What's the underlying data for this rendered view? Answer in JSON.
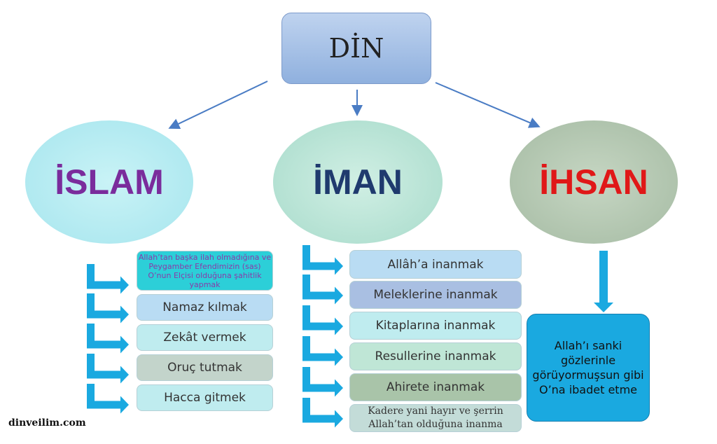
{
  "root": {
    "title": "DİN"
  },
  "branches": [
    {
      "title": "İSLAM"
    },
    {
      "title": "İMAN"
    },
    {
      "title": "İHSAN"
    }
  ],
  "islam_items": [
    "Allah’tan başka ilah olmadığına ve Peygamber Efendimizin (sas) O’nun Elçisi olduğuna şahitlik yapmak",
    "Namaz kılmak",
    "Zekât vermek",
    "Oruç tutmak",
    "Hacca gitmek"
  ],
  "iman_items": [
    "Allâh’a inanmak",
    "Meleklerine inanmak",
    "Kitaplarına inanmak",
    "Resullerine inanmak",
    "Ahirete inanmak",
    "Kadere yani hayır ve şerrin Allah’tan olduğuna inanma"
  ],
  "ihsan_text": "Allah’ı sanki gözlerinle görüyormuşsun gibi O’na ibadet etme",
  "site": "dinveilim.com",
  "colors": {
    "arrow": "#1aa9e0",
    "islam": "#7a2c9c",
    "iman": "#1f3a6e",
    "ihsan": "#e01818"
  }
}
